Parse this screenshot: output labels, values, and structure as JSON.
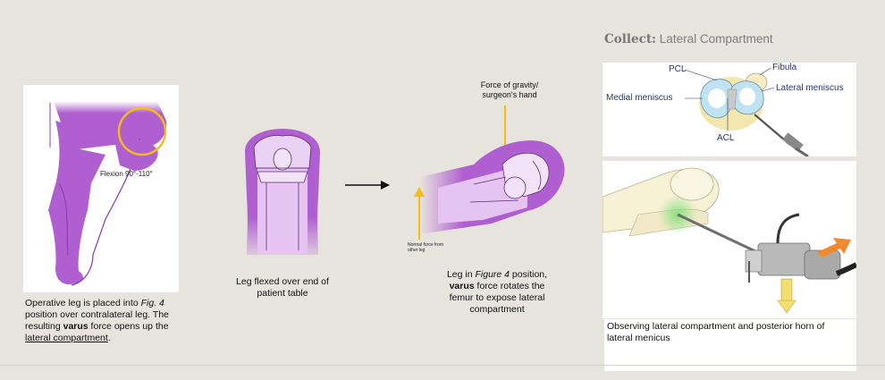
{
  "panel1": {
    "flexion_label": "Flexion 90°-110°",
    "caption": {
      "l1_a": "Operative leg is placed into ",
      "l1_em": "Fig. 4",
      "l2": "position over contralateral leg. The",
      "l3_a": "resulting ",
      "l3_b": "varus",
      "l3_c": " force opens up the",
      "l4_link": "lateral compartment",
      "l4_end": "."
    }
  },
  "panel2": {
    "caption_l1": "Leg flexed over end of",
    "caption_l2": "patient table"
  },
  "panel3": {
    "gravity_l1": "Force of gravity/",
    "gravity_l2": "surgeon's hand",
    "normal_l1": "Normal force from",
    "normal_l2": "other leg",
    "caption": {
      "l1_a": "Leg in ",
      "l1_em": "Figure 4",
      "l1_b": " position,",
      "l2_b": "varus",
      "l2_c": " force rotates the",
      "l3": "femur to expose lateral",
      "l4": "compartment"
    }
  },
  "panel4": {
    "title_bold": "Collect:",
    "title_rest": " Lateral Compartment",
    "labels": {
      "pcl": "PCL",
      "fibula": "Fibula",
      "medial": "Medial meniscus",
      "lateral": "Lateral meniscus",
      "acl": "ACL"
    },
    "caption_l1": "Observing lateral compartment and posterior horn of",
    "caption_l2": "lateral menicus"
  },
  "colors": {
    "purple": "#b05fd0",
    "purple_light": "#e6c4f2",
    "yellow": "#f4bd16",
    "orange": "#f08a2c",
    "green_glow": "#7fe07a"
  }
}
